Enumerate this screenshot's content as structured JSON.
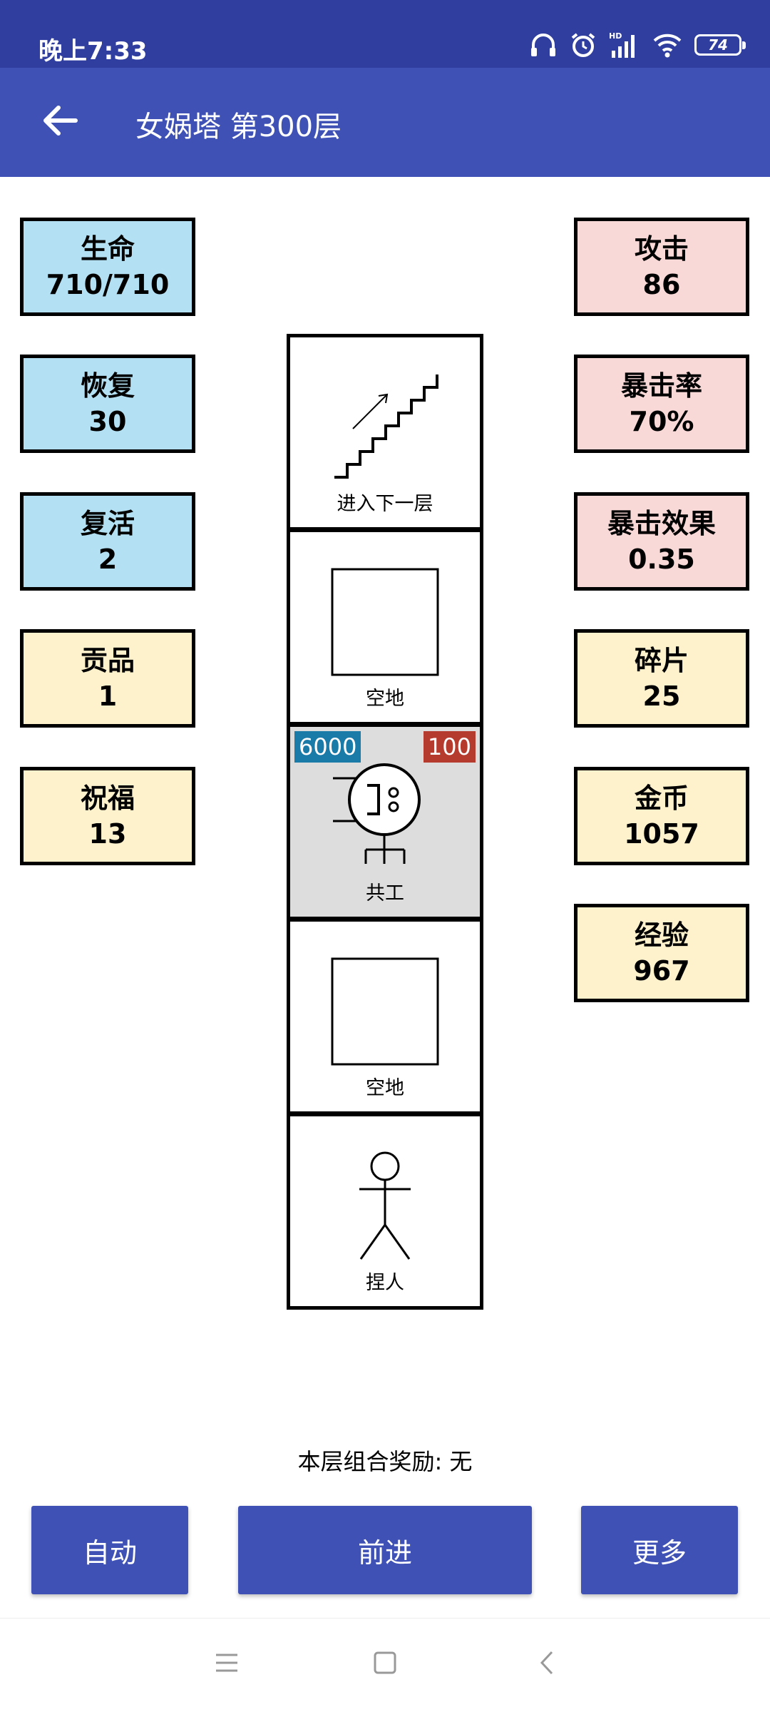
{
  "status_bar": {
    "time": "晚上7:33",
    "battery": "74",
    "network": "HD"
  },
  "app_bar": {
    "title": "女娲塔 第300层"
  },
  "left_stats": [
    {
      "label": "生命",
      "value": "710/710"
    },
    {
      "label": "恢复",
      "value": "30"
    },
    {
      "label": "复活",
      "value": "2"
    },
    {
      "label": "贡品",
      "value": "1"
    },
    {
      "label": "祝福",
      "value": "13"
    }
  ],
  "right_stats": [
    {
      "label": "攻击",
      "value": "86"
    },
    {
      "label": "暴击率",
      "value": "70%"
    },
    {
      "label": "暴击效果",
      "value": "0.35"
    },
    {
      "label": "碎片",
      "value": "25"
    },
    {
      "label": "金币",
      "value": "1057"
    },
    {
      "label": "经验",
      "value": "967"
    }
  ],
  "tower": [
    {
      "label": "进入下一层",
      "icon": "stairs-icon"
    },
    {
      "label": "空地",
      "icon": "empty-square-icon"
    },
    {
      "label": "共工",
      "icon": "monster-icon",
      "hp": "6000",
      "attack": "100"
    },
    {
      "label": "空地",
      "icon": "empty-square-icon"
    },
    {
      "label": "捏人",
      "icon": "stick-figure-icon"
    }
  ],
  "reward_text": "本层组合奖励: 无",
  "buttons": {
    "auto": "自动",
    "forward": "前进",
    "more": "更多"
  },
  "colors": {
    "app_bar": "#3f51b5",
    "status_bar": "#303f9f",
    "stat_blue": "#b3e0f2",
    "stat_pink": "#f9d9d8",
    "stat_yellow": "#fef2cd",
    "hp_badge": "#1a7aa8",
    "attack_badge": "#b63b2f"
  }
}
